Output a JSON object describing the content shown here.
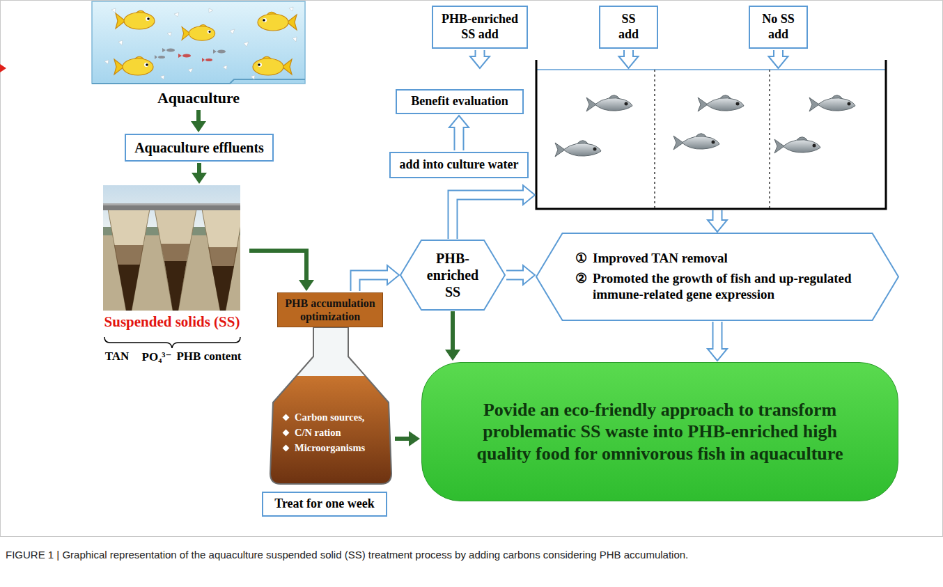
{
  "diagram": {
    "caption": "FIGURE 1 | Graphical representation of the aquaculture suspended solid (SS) treatment process by adding carbons considering PHB accumulation.",
    "nodes": [
      {
        "text": [
          "Aquaculture"
        ]
      },
      {
        "text": [
          "Aquaculture effluents"
        ]
      },
      {
        "text": [
          "Suspended solids (SS)"
        ]
      },
      {
        "text": [
          "PHB accumulation optimization"
        ]
      },
      {
        "text": [
          "Carbon sources,",
          "C/N ration",
          "Microorganisms"
        ]
      },
      {
        "text": [
          "Treat for one week"
        ]
      },
      {
        "text": [
          "PHB-enriched SS add"
        ]
      },
      {
        "text": [
          "SS add"
        ]
      },
      {
        "text": [
          "No SS add"
        ]
      },
      {
        "text": [
          "Benefit evaluation"
        ]
      },
      {
        "text": [
          "add into culture water"
        ]
      },
      {
        "text": [
          "PHB-enriched SS"
        ]
      },
      {
        "text": [
          "①",
          "Improved TAN removal",
          "②",
          "Promoted the growth of fish and up-regulated immune-related gene expression"
        ]
      },
      {
        "text": [
          "Povide an eco-friendly approach to transform problematic SS waste into PHB-enriched high quality food for omnivorous fish in aquaculture"
        ]
      }
    ],
    "edges": [
      {
        "from": 0,
        "to": 1,
        "arrow": "to"
      },
      {
        "from": 1,
        "to": 2,
        "arrow": "to"
      },
      {
        "from": 2,
        "to": 3,
        "arrow": "to"
      },
      {
        "from": 3,
        "to": 11,
        "arrow": "to"
      },
      {
        "from": 4,
        "to": 13,
        "arrow": "to"
      },
      {
        "from": 11,
        "to": 13,
        "arrow": "to"
      },
      {
        "from": 11,
        "to": 12,
        "arrow": "to"
      },
      {
        "from": 10,
        "to": 9,
        "arrow": "to"
      },
      {
        "from": 12,
        "to": 13,
        "arrow": "to"
      }
    ],
    "labels": [
      "TAN",
      "PO₄³⁻",
      "PHB content"
    ]
  }
}
